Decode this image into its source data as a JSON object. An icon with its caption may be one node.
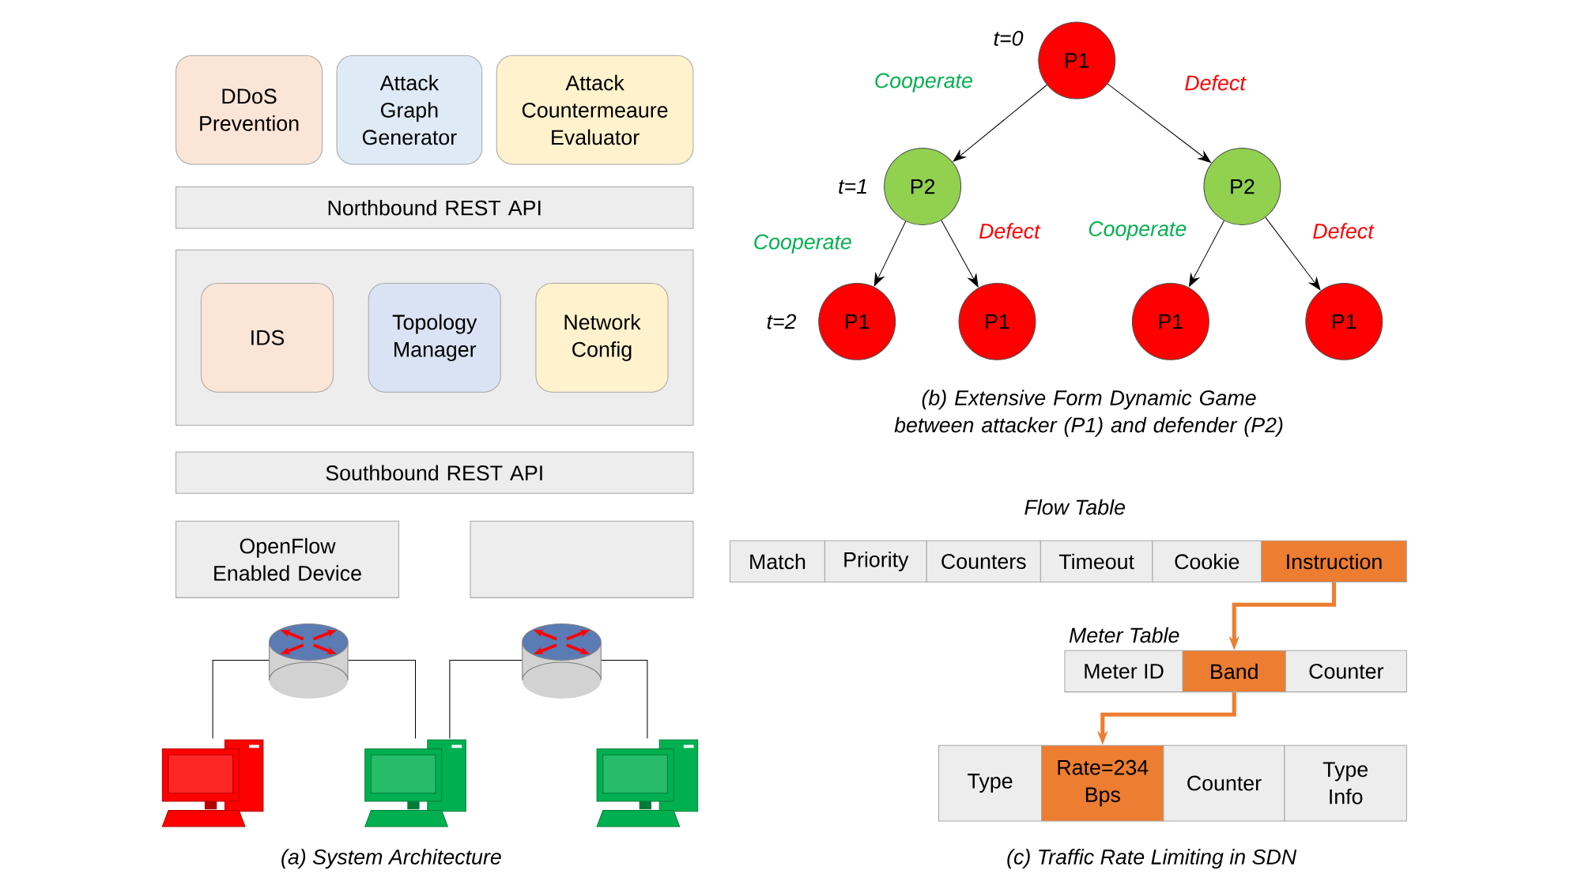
{
  "diagram": {
    "nodes": [
      {
        "text": [
          "DDoS Prevention"
        ]
      },
      {
        "text": [
          "Attack Graph Generator"
        ]
      },
      {
        "text": [
          "Attack Countermeaure Evaluator"
        ]
      },
      {
        "text": [
          "Northbound REST API"
        ]
      },
      {
        "text": [],
        "shape": "box"
      },
      {
        "text": [
          "IDS"
        ],
        "in": 4
      },
      {
        "text": [
          "Topology Manager"
        ],
        "in": 4
      },
      {
        "text": [
          "Network Config"
        ],
        "in": 4
      },
      {
        "text": [
          "Southbound REST API"
        ]
      },
      {
        "text": [
          "OpenFlow Enabled Device"
        ]
      },
      {
        "text": [],
        "shape": "box"
      },
      {
        "text": [],
        "shape": "cylinder"
      },
      {
        "text": [],
        "shape": "cylinder"
      },
      {
        "text": [],
        "shape": "computer"
      },
      {
        "text": [],
        "shape": "computer"
      },
      {
        "text": [],
        "shape": "computer"
      },
      {
        "text": [
          "P1"
        ],
        "beside": [
          "t=0"
        ]
      },
      {
        "text": [
          "P2"
        ],
        "beside": [
          "t=1"
        ]
      },
      {
        "text": [
          "P2"
        ]
      },
      {
        "text": [
          "P1"
        ],
        "beside": [
          "t=2"
        ]
      },
      {
        "text": [
          "P1"
        ]
      },
      {
        "text": [
          "P1"
        ]
      },
      {
        "text": [
          "P1"
        ]
      },
      {
        "text": [
          "Match"
        ]
      },
      {
        "text": [
          "Priority"
        ]
      },
      {
        "text": [
          "Counters"
        ]
      },
      {
        "text": [
          "Timeout"
        ]
      },
      {
        "text": [
          "Cookie"
        ]
      },
      {
        "text": [
          "Instruction"
        ]
      },
      {
        "text": [
          "Meter ID"
        ]
      },
      {
        "text": [
          "Band"
        ]
      },
      {
        "text": [
          "Counter"
        ]
      },
      {
        "text": [
          "Type"
        ]
      },
      {
        "text": [
          "Rate=234 Bps"
        ]
      },
      {
        "text": [
          "Counter"
        ]
      },
      {
        "text": [
          "Type Info"
        ]
      }
    ],
    "edges": [
      {
        "from": 16,
        "to": 17,
        "arrow": "to",
        "label": "Cooperate"
      },
      {
        "from": 16,
        "to": 18,
        "arrow": "to",
        "label": "Defect"
      },
      {
        "from": 17,
        "to": 19,
        "arrow": "to",
        "label": "Cooperate"
      },
      {
        "from": 17,
        "to": 20,
        "arrow": "to",
        "label": "Defect"
      },
      {
        "from": 18,
        "to": 21,
        "arrow": "to",
        "label": "Cooperate"
      },
      {
        "from": 18,
        "to": 22,
        "arrow": "to",
        "label": "Defect"
      },
      {
        "from": 11,
        "to": 13,
        "arrow": "none"
      },
      {
        "from": 11,
        "to": 14,
        "arrow": "none"
      },
      {
        "from": 12,
        "to": 14,
        "arrow": "none"
      },
      {
        "from": 12,
        "to": 15,
        "arrow": "none"
      },
      {
        "from": 28,
        "to": 30,
        "arrow": "to",
        "style": "thick",
        "color": "#ed7d31"
      },
      {
        "from": 30,
        "to": 33,
        "arrow": "to",
        "style": "thick",
        "color": "#ed7d31"
      }
    ],
    "labels": [
      "(b) Extensive Form Dynamic Game between attacker (P1) and defender (P2)",
      "Flow Table",
      "Meter  Table",
      "(a) System Architecture",
      "(c) Traffic Rate Limiting in SDN"
    ]
  }
}
